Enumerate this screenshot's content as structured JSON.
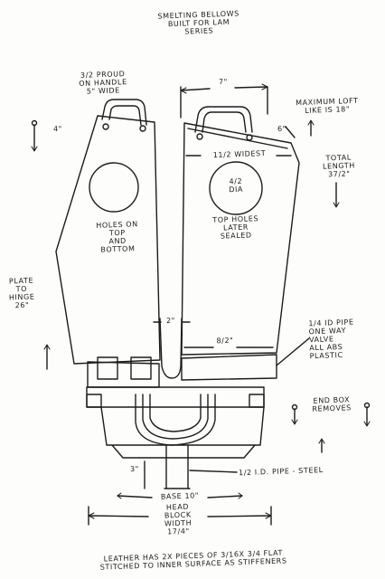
{
  "title": "SMELTING BELLOWS\nBUILT FOR LAM\nSERIES",
  "labels": {
    "handle": "3/2 PROUD\nON HANDLE\n5\" WIDE",
    "top_width": "7\"",
    "max_loft": "MAXIMUM LOFT\nLIKE IS 18\"",
    "handle_height": "4\"",
    "corner": "6\"",
    "widest": "11/2 WIDEST",
    "total_length": "TOTAL\nLENGTH\n37/2\"",
    "hole_diameter": "4/2\nDIA",
    "holes_left": "HOLES ON\nTOP\nAND\nBOTTOM",
    "holes_right": "TOP HOLES\nLATER\nSEALED",
    "plate_to_hinge": "PLATE\nTO\nHINGE\n26\"",
    "gap": "2\"",
    "valve_note": "1/4 ID PIPE\nONE WAY\nVALVE\nALL ABS\nPLASTIC",
    "pipe_span": "8/2\"",
    "end_box": "END BOX\nREMOVES",
    "pipe_length": "3\"",
    "pipe_spec": "1/2 I.D. PIPE - STEEL",
    "base": "BASE 10\"",
    "head_block": "HEAD\nBLOCK\nWIDTH\n17/4\"",
    "footer": "LEATHER HAS 2X PIECES OF 3/16X 3/4 FLAT\nSTITCHED TO INNER SURFACE AS STIFFENERS"
  }
}
